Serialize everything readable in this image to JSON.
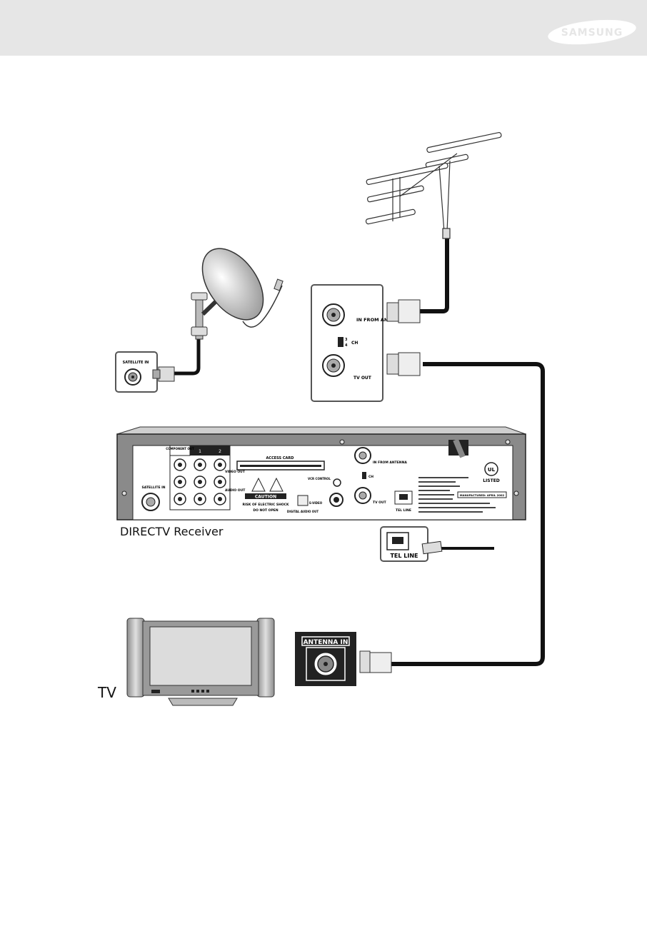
{
  "header": {
    "brand": "SAMSUNG"
  },
  "captions": {
    "receiver": "DIRECTV Receiver",
    "tv": "TV"
  },
  "labels": {
    "satellite_in_inset": "SATELLITE IN",
    "in_from_antenna": "IN FROM ANTENNA",
    "ch": "CH",
    "ch_3": "3",
    "ch_4": "4",
    "tv_out": "TV OUT",
    "component_out": "COMPONENT OUT",
    "in_1": "1",
    "in_2": "2",
    "video_out": "VIDEO OUT",
    "audio_out": "AUDIO OUT",
    "access_card": "ACCESS CARD",
    "satellite_in": "SATELLITE IN",
    "caution": "CAUTION",
    "caution_line1": "RISK OF ELECTRIC SHOCK",
    "caution_line2": "DO NOT OPEN",
    "vcr_control": "VCR CONTROL",
    "s_video": "S-VIDEO",
    "digital_audio_out": "DIGITAL AUDIO OUT",
    "tel_line": "TEL LINE",
    "listed": "LISTED",
    "manufactured": "MANUFACTURED: APRIL 2002",
    "antenna_in": "ANTENNA IN"
  }
}
